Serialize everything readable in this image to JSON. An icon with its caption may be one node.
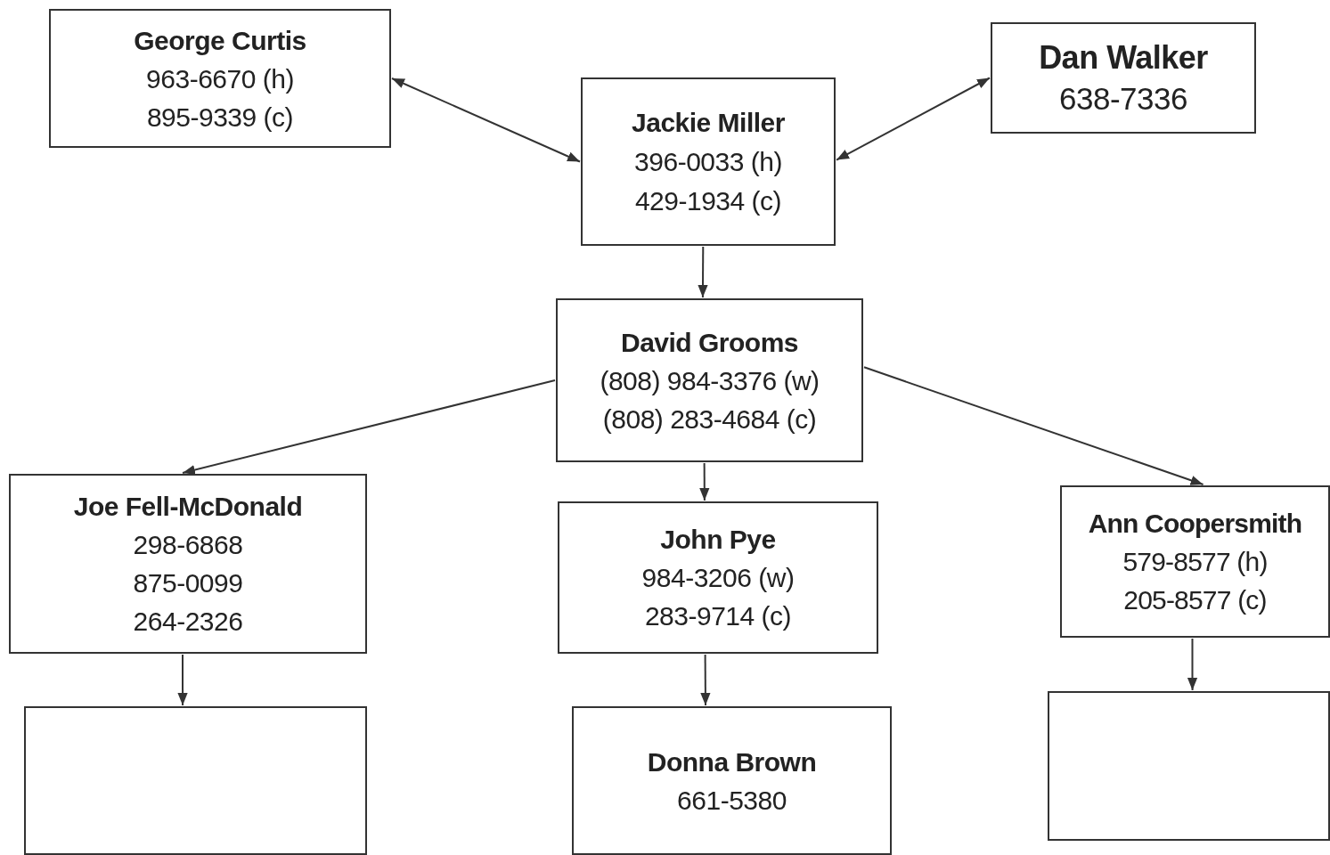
{
  "diagram": {
    "nodes": [
      {
        "text": [
          "George Curtis",
          "963-6670 (h)",
          "895-9339 (c)"
        ]
      },
      {
        "text": [
          "Jackie Miller",
          "396-0033 (h)",
          "429-1934 (c)"
        ]
      },
      {
        "text": [
          "Dan Walker",
          "638-7336"
        ]
      },
      {
        "text": [
          "David Grooms",
          "(808) 984-3376 (w)",
          "(808) 283-4684 (c)"
        ]
      },
      {
        "text": [
          "Joe Fell-McDonald",
          "298-6868",
          "875-0099",
          "264-2326"
        ]
      },
      {
        "text": [
          "John Pye",
          "984-3206 (w)",
          "283-9714 (c)"
        ]
      },
      {
        "text": [
          "Ann Coopersmith",
          "579-8577 (h)",
          "205-8577 (c)"
        ]
      },
      {
        "text": [],
        "shape": "box"
      },
      {
        "text": [
          "Donna Brown",
          "661-5380"
        ]
      },
      {
        "text": [],
        "shape": "box"
      }
    ],
    "edges": [
      {
        "from": 0,
        "to": 1,
        "arrow": "both"
      },
      {
        "from": 1,
        "to": 2,
        "arrow": "both"
      },
      {
        "from": 1,
        "to": 3,
        "arrow": "to"
      },
      {
        "from": 3,
        "to": 4,
        "arrow": "to"
      },
      {
        "from": 3,
        "to": 5,
        "arrow": "to"
      },
      {
        "from": 3,
        "to": 6,
        "arrow": "to"
      },
      {
        "from": 4,
        "to": 7,
        "arrow": "to"
      },
      {
        "from": 5,
        "to": 8,
        "arrow": "to"
      },
      {
        "from": 6,
        "to": 9,
        "arrow": "to"
      }
    ]
  }
}
